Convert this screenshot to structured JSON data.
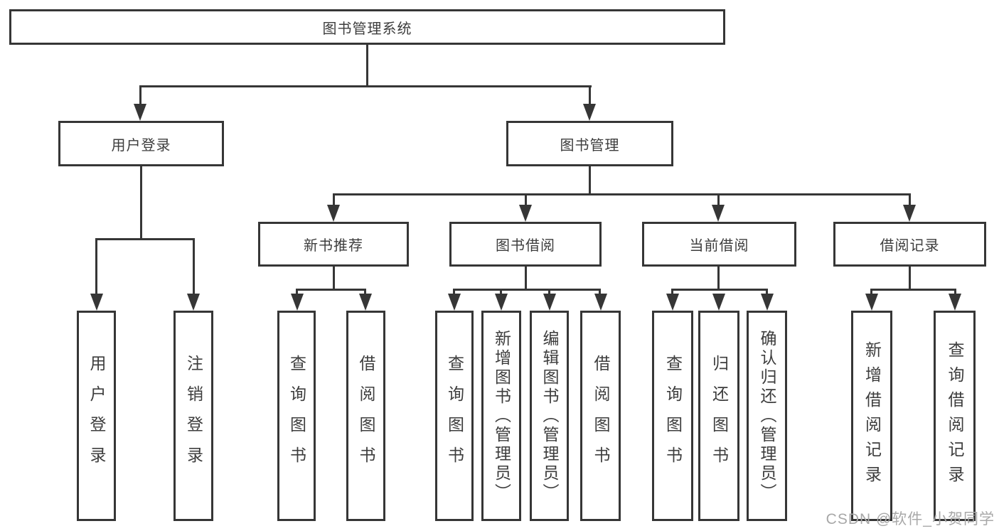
{
  "tree": {
    "root": "图书管理系统",
    "user_login": {
      "label": "用户登录",
      "children": [
        "用户登录",
        "注销登录"
      ]
    },
    "book_mgmt": {
      "label": "图书管理"
    },
    "new_books": {
      "label": "新书推荐",
      "children": [
        "查询图书",
        "借阅图书"
      ]
    },
    "book_borrow": {
      "label": "图书借阅",
      "children": [
        "查询图书",
        "新增图书（管理员）",
        "编辑图书（管理员）",
        "借阅图书"
      ]
    },
    "current_borrow": {
      "label": "当前借阅",
      "children": [
        "查询图书",
        "归还图书",
        "确认归还（管理员）"
      ]
    },
    "borrow_records": {
      "label": "借阅记录",
      "children": [
        "新增借阅记录",
        "查询借阅记录"
      ]
    }
  },
  "watermark": "CSDN @软件_小贺同学",
  "colors": {
    "line": "#363636",
    "text": "#3d3d3d",
    "watermark": "#a8a8a8",
    "background": "#ffffff"
  }
}
